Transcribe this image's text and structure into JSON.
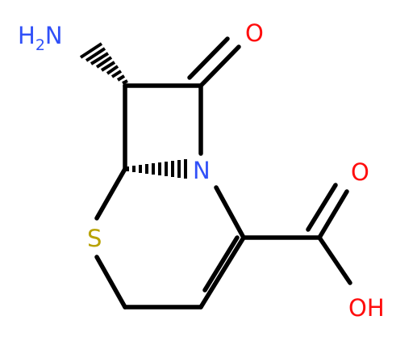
{
  "molecule": {
    "atoms": {
      "amine": {
        "text": "H",
        "sub": "2",
        "suffix": "N",
        "color": "#3050F8"
      },
      "ketone_oxygen": {
        "text": "O",
        "color": "#FF0D0D"
      },
      "ring_nitrogen": {
        "text": "N",
        "color": "#3050F8"
      },
      "sulfur": {
        "text": "S",
        "color": "#B8A200"
      },
      "acid_carbonyl_oxygen": {
        "text": "O",
        "color": "#FF0D0D"
      },
      "hydroxyl": {
        "text": "OH",
        "color": "#FF0D0D"
      }
    },
    "bond_color": "#000000"
  }
}
